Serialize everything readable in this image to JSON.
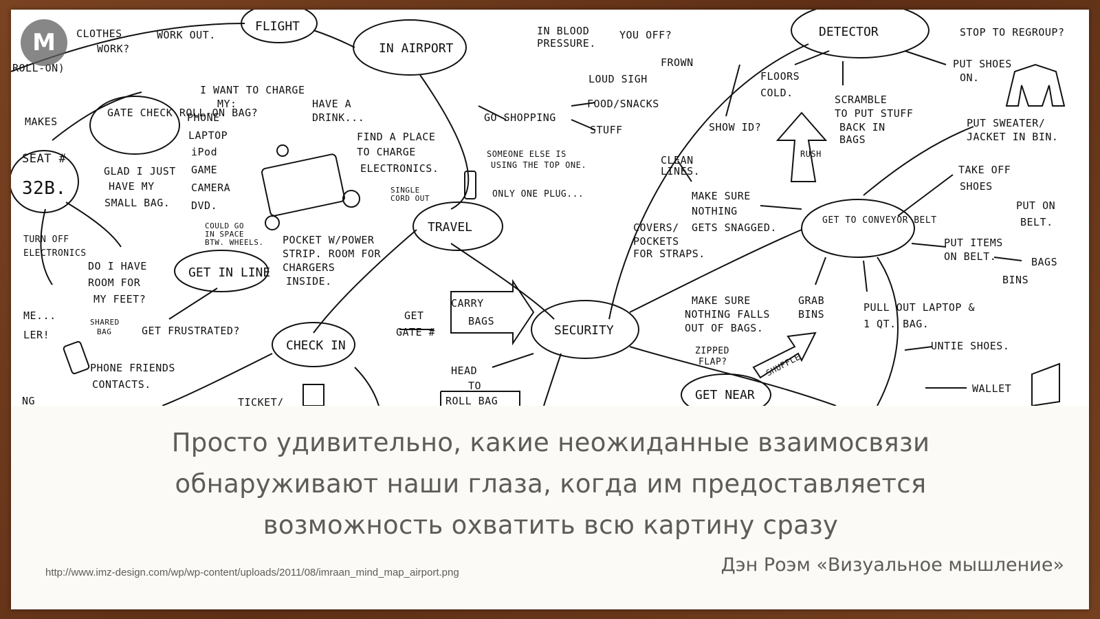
{
  "slide": {
    "quote_lines": [
      "Просто удивительно, какие неожиданные взаимосвязи",
      "обнаруживают наши глаза, когда им предоставляется",
      "возможность охватить всю картину сразу"
    ],
    "source_url": "http://www.imz-design.com/wp/wp-content/uploads/2011/08/imraan_mind_map_airport.png",
    "attribution": "Дэн Роэм «Визуальное мышление»"
  },
  "logo": {
    "icon": "m-logo-icon",
    "glyph": "M"
  },
  "mindmap": {
    "nodes": {
      "flight": "FLIGHT",
      "in_airport": "IN AIRPORT",
      "detector": "DETECTOR",
      "gate_check": "GATE CHECK ROLL-ON BAG?",
      "travel": "TRAVEL",
      "get_in_line": "GET IN LINE",
      "check_in": "CHECK IN",
      "security": "SECURITY",
      "conveyor_belt": "GET TO CONVEYOR BELT",
      "get_near": "GET NEAR"
    },
    "notes": {
      "clothes": "CLOTHES",
      "work": "WORK?",
      "work_out": "WORK OUT.",
      "roll_on": "ROLL-ON)",
      "in_blood": "IN BLOOD",
      "pressure": "PRESSURE.",
      "you_off": "YOU OFF?",
      "frown": "FROWN",
      "loud_sigh": "LOUD SIGH",
      "stop_regroup": "STOP TO REGROUP?",
      "put_shoes": "PUT SHOES",
      "on": "ON.",
      "floors": "FLOORS",
      "cold": "COLD.",
      "scramble_1": "SCRAMBLE",
      "scramble_2": "TO PUT STUFF",
      "scramble_3": "BACK IN",
      "scramble_4": "BAGS",
      "show_id": "SHOW ID?",
      "put_sweater_1": "PUT SWEATER/",
      "put_sweater_2": "JACKET IN BIN.",
      "makes": "MAKES",
      "want_charge_1": "I WANT TO CHARGE",
      "want_charge_2": "MY:",
      "have_drink_1": "HAVE A",
      "have_drink_2": "DRINK...",
      "go_shopping": "GO SHOPPING",
      "food_snacks": "FOOD/SNACKS",
      "stuff": "STUFF",
      "phone": "PHONE",
      "laptop": "LAPTOP",
      "ipod": "iPod",
      "game": "GAME",
      "camera": "CAMERA",
      "dvd": "DVD.",
      "find_place_1": "FIND A PLACE",
      "find_place_2": "TO CHARGE",
      "find_place_3": "ELECTRONICS.",
      "someone_1": "SOMEONE ELSE IS",
      "someone_2": "USING THE TOP ONE.",
      "only_one_plug": "ONLY ONE PLUG...",
      "clean_lines_1": "CLEAN",
      "clean_lines_2": "LINES.",
      "rush": "RUSH",
      "take_off_1": "TAKE OFF",
      "take_off_2": "SHOES",
      "put_on_belt_1": "PUT ON",
      "put_on_belt_2": "BELT.",
      "seat_1": "SEAT #",
      "seat_2": "32B.",
      "glad_1": "GLAD I JUST",
      "glad_2": "HAVE MY",
      "glad_3": "SMALL BAG.",
      "single_cord_1": "SINGLE",
      "single_cord_2": "CORD OUT",
      "make_sure_1": "MAKE SURE",
      "make_sure_2": "NOTHING",
      "make_sure_3": "GETS SNAGGED.",
      "covers_1": "COVERS/",
      "covers_2": "POCKETS",
      "covers_3": "FOR STRAPS.",
      "put_items_1": "PUT ITEMS",
      "put_items_2": "ON BELT.",
      "bags": "BAGS",
      "bins": "BINS",
      "turn_off_1": "TURN OFF",
      "turn_off_2": "ELECTRONICS",
      "could_go_1": "COULD GO",
      "could_go_2": "IN SPACE",
      "could_go_3": "BTW. WHEELS.",
      "pocket_1": "POCKET W/POWER",
      "pocket_2": "STRIP. ROOM FOR",
      "pocket_3": "CHARGERS",
      "pocket_4": "INSIDE.",
      "room_feet_1": "DO I HAVE",
      "room_feet_2": "ROOM FOR",
      "room_feet_3": "MY FEET?",
      "me": "ME...",
      "ler": "LER!",
      "shared_bag_1": "SHARED",
      "shared_bag_2": "BAG",
      "get_frustrated": "GET FRUSTRATED?",
      "carry_bags_1": "CARRY",
      "carry_bags_2": "BAGS",
      "get_gate_1": "GET",
      "get_gate_2": "GATE #",
      "make_sure_falls_1": "MAKE SURE",
      "make_sure_falls_2": "NOTHING FALLS",
      "make_sure_falls_3": "OUT OF BAGS.",
      "grab_bins_1": "GRAB",
      "grab_bins_2": "BINS",
      "pull_laptop_1": "PULL OUT LAPTOP &",
      "pull_laptop_2": "1 QT. BAG.",
      "phone_friends_1": "PHONE FRIENDS",
      "phone_friends_2": "CONTACTS.",
      "zipped_1": "ZIPPED",
      "zipped_2": "FLAP?",
      "shuffle": "SHUFFLE",
      "untie_shoes": "UNTIE SHOES.",
      "head_to_1": "HEAD",
      "head_to_2": "TO",
      "roll_bag": "ROLL BAG",
      "ticket": "TICKET/",
      "wallet": "WALLET",
      "ng": "NG"
    }
  }
}
